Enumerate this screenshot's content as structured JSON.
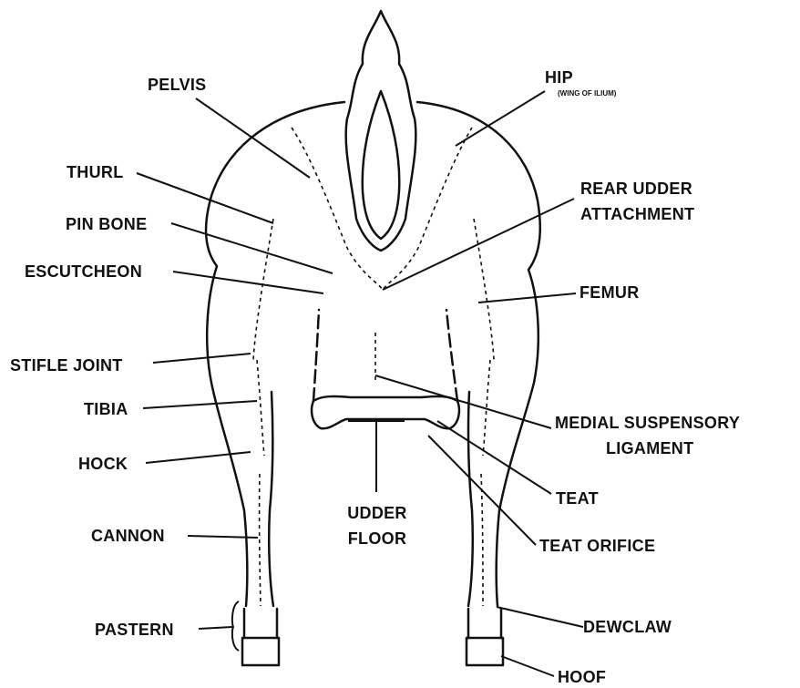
{
  "labels": {
    "pelvis": "PELVIS",
    "hip": "HIP",
    "hip_sub": "(WING OF ILIUM)",
    "thurl": "THURL",
    "rear_udder_line1": "REAR UDDER",
    "rear_udder_line2": "ATTACHMENT",
    "pin_bone": "PIN BONE",
    "escutcheon": "ESCUTCHEON",
    "femur": "FEMUR",
    "stifle_joint": "STIFLE JOINT",
    "tibia": "TIBIA",
    "medial_line1": "MEDIAL SUSPENSORY",
    "medial_line2": "LIGAMENT",
    "hock": "HOCK",
    "teat": "TEAT",
    "udder_floor_line1": "UDDER",
    "udder_floor_line2": "FLOOR",
    "cannon": "CANNON",
    "teat_orifice": "TEAT ORIFICE",
    "pastern": "PASTERN",
    "dewclaw": "DEWCLAW",
    "hoof": "HOOF"
  },
  "colors": {
    "ink": "#111111",
    "background": "#ffffff"
  }
}
